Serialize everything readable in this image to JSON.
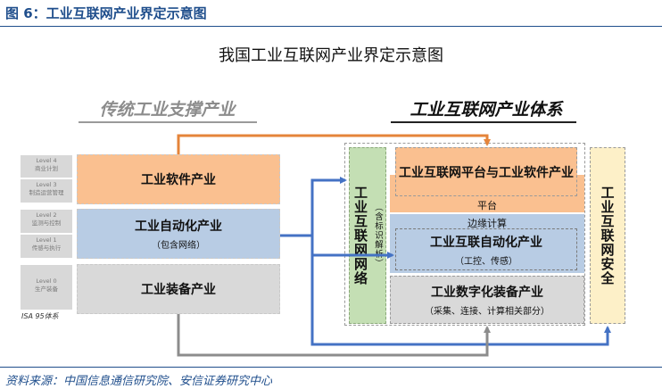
{
  "figure_title": "图 6：工业互联网产业界定示意图",
  "diagram_title": "我国工业互联网产业界定示意图",
  "left_section": {
    "title": "传统工业支撑产业",
    "isa_levels": [
      {
        "level": "Level 4",
        "desc": "商业计划"
      },
      {
        "level": "Level 3",
        "desc": "制造运营管理"
      },
      {
        "level": "Level 2",
        "desc": "监测与控制"
      },
      {
        "level": "Level 1",
        "desc": "传感与执行"
      },
      {
        "level": "Level 0",
        "desc": "生产装备"
      }
    ],
    "isa_label": "ISA 95体系",
    "boxes": [
      {
        "title": "工业软件产业",
        "subtitle": ""
      },
      {
        "title": "工业自动化产业",
        "subtitle": "（包含网络）"
      },
      {
        "title": "工业装备产业",
        "subtitle": ""
      }
    ]
  },
  "right_section": {
    "title": "工业互联网产业体系",
    "network": {
      "title": "工业互联网网络",
      "note": "（含标识解析）"
    },
    "platform": "工业互联网平台与工业软件产业",
    "platform_label": "平台",
    "edge_label": "边缘计算",
    "automation": {
      "title": "工业互联自动化产业",
      "subtitle": "（工控、传感）"
    },
    "equipment": {
      "title": "工业数字化装备产业",
      "subtitle": "（采集、连接、计算相关部分）"
    },
    "security": "工业互联网安全"
  },
  "source": "资料来源：中国信息通信研究院、安信证券研究中心",
  "colors": {
    "software": "#fac090",
    "automation": "#b8cce4",
    "equipment": "#d9d9d9",
    "network": "#c4dfb4",
    "security": "#fdf0c8",
    "arrow_orange": "#e5843a",
    "arrow_blue": "#4472c4",
    "arrow_gray": "#8c8c8c"
  }
}
